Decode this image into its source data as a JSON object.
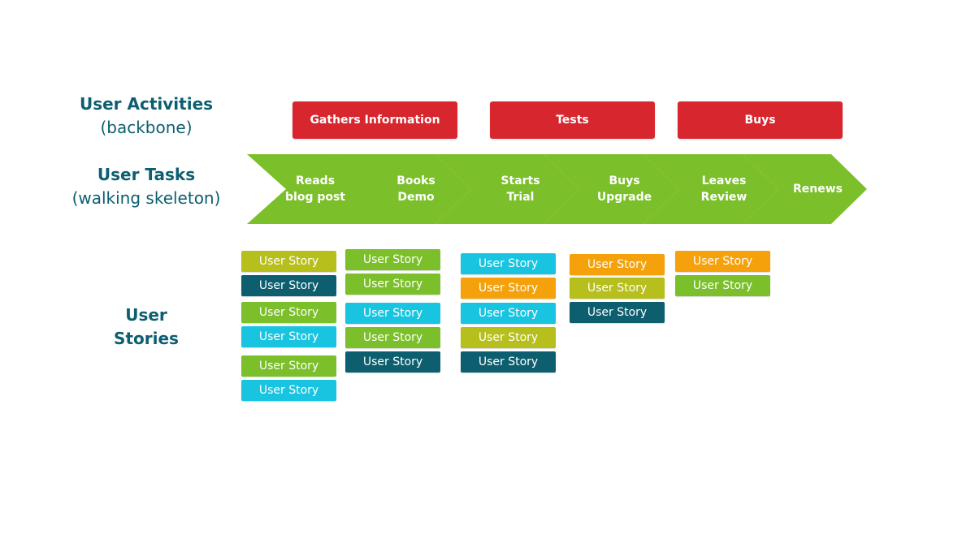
{
  "labels": {
    "activities_main": "User Activities",
    "activities_sub": "(backbone)",
    "tasks_main": "User Tasks",
    "tasks_sub": "(walking skeleton)",
    "stories_line1": "User",
    "stories_line2": "Stories"
  },
  "colors": {
    "label_text": "#0c5e70",
    "activity": "#d8262f",
    "task": "#7bbf2b",
    "olive": "#b6bf1b",
    "teal": "#0d5f6f",
    "green": "#7bbf2b",
    "cyan": "#19c4e0",
    "orange": "#f5a10c"
  },
  "activities": [
    "Gathers Information",
    "Tests",
    "Buys"
  ],
  "tasks": [
    "Reads\nblog post",
    "Books\nDemo",
    "Starts\nTrial",
    "Buys\nUpgrade",
    "Leaves\nReview",
    "Renews"
  ],
  "story_label": "User Story",
  "stories": [
    [
      "olive",
      "teal",
      "green",
      "cyan",
      "green",
      "cyan"
    ],
    [
      "green",
      "green",
      "cyan",
      "green",
      "teal"
    ],
    [
      "cyan",
      "orange",
      "cyan",
      "olive",
      "teal"
    ],
    [
      "orange",
      "olive",
      "teal"
    ],
    [
      "orange",
      "green"
    ]
  ]
}
